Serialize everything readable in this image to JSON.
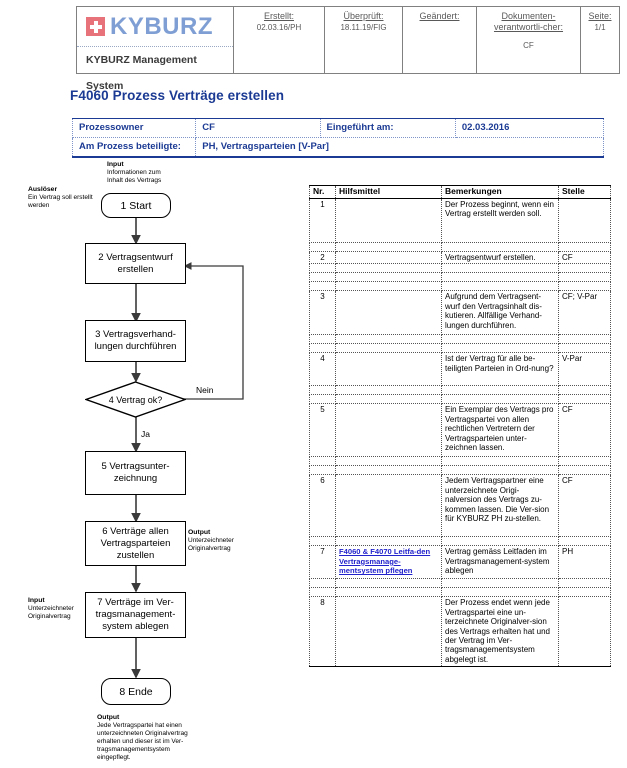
{
  "header": {
    "logo": {
      "brand": "KYBURZ",
      "cross_icon": "swiss-cross-icon",
      "subtitle": "KYBURZ Management System",
      "brand_color": "#7f9fd4",
      "cross_color": "#e8727a"
    },
    "cells": [
      {
        "label": "Erstellt:",
        "value": "02.03.16/PH"
      },
      {
        "label": "Überprüft:",
        "value": "18.11.19/FIG"
      },
      {
        "label": "Geändert:",
        "value": ""
      },
      {
        "label": "Dokumenten-verantwortli-cher:",
        "value": "CF"
      },
      {
        "label": "Seite:",
        "value": "1/1"
      }
    ]
  },
  "title": "F4060 Prozess Verträge erstellen",
  "accent_color": "#1b3a93",
  "meta": {
    "rows": [
      {
        "k1": "Prozessowner",
        "v1": "CF",
        "k2": "Eingeführt am:",
        "v2": "02.03.2016"
      },
      {
        "k1": "Am Prozess beteiligte:",
        "v1": "PH, Vertragsparteien [V-Par]",
        "k2": "",
        "v2": ""
      }
    ]
  },
  "flow": {
    "nodes": [
      {
        "id": "n1",
        "label": "1 Start"
      },
      {
        "id": "n2",
        "label": "2 Vertragsentwurf erstellen"
      },
      {
        "id": "n3",
        "label": "3 Vertragsverhand-lungen durchführen"
      },
      {
        "id": "n4",
        "label": "4 Vertrag ok?"
      },
      {
        "id": "n5",
        "label": "5 Vertragsunter-zeichnung"
      },
      {
        "id": "n6",
        "label": "6 Verträge allen Vertragsparteien zustellen"
      },
      {
        "id": "n7",
        "label": "7 Verträge im Ver-tragsmanagement-system ablegen"
      },
      {
        "id": "n8",
        "label": "8 Ende"
      }
    ],
    "edge_labels": {
      "nein": "Nein",
      "ja": "Ja"
    },
    "notes": [
      {
        "id": "trigger",
        "title": "Auslöser",
        "body": "Ein Vertrag soll erstellt werden"
      },
      {
        "id": "input-top",
        "title": "Input",
        "body": "Informationen zum Inhalt des Vertrags"
      },
      {
        "id": "output-6",
        "title": "Output",
        "body": "Unterzeichneter Originalvertrag"
      },
      {
        "id": "input-7",
        "title": "Input",
        "body": "Unterzeichneter Originalvertrag"
      },
      {
        "id": "output-end",
        "title": "Output",
        "body": "Jede Vertragspartei hat einen unterzeichneten Originalvertrag erhalten und dieser ist im Ver-tragsmanagementsystem eingepflegt."
      }
    ]
  },
  "steps_table": {
    "columns": [
      "Nr.",
      "Hilfsmittel",
      "Bemerkungen",
      "Stelle"
    ],
    "rows": [
      {
        "nr": "1",
        "hilfsmittel": "",
        "bemerkungen": "Der Prozess beginnt, wenn ein Vertrag erstellt werden soll.",
        "stelle": ""
      },
      {
        "nr": "2",
        "hilfsmittel": "",
        "bemerkungen": "Vertragsentwurf erstellen.",
        "stelle": "CF"
      },
      {
        "nr": "3",
        "hilfsmittel": "",
        "bemerkungen": "Aufgrund dem Vertragsent-wurf den Vertragsinhalt dis-kutieren. Allfällige Verhand-lungen durchführen.",
        "stelle": "CF; V-Par"
      },
      {
        "nr": "4",
        "hilfsmittel": "",
        "bemerkungen": "Ist der Vertrag für alle be-teiligten Parteien in Ord-nung?",
        "stelle": "V-Par"
      },
      {
        "nr": "5",
        "hilfsmittel": "",
        "bemerkungen": "Ein Exemplar des Vertrags pro Vertragspartei von allen rechtlichen Vertretern der Vertragsparteien unter-zeichnen lassen.",
        "stelle": "CF"
      },
      {
        "nr": "6",
        "hilfsmittel": "",
        "bemerkungen": "Jedem Vertragspartner eine unterzeichnete Origi-nalversion des Vertrags zu-kommen lassen. Die Ver-sion für KYBURZ PH zu-stellen.",
        "stelle": "CF"
      },
      {
        "nr": "7",
        "hilfsmittel": "F4060 & F4070 Leitfa-den Vertragsmanage-mentsystem pflegen",
        "hilfsmittel_is_link": true,
        "bemerkungen": "Vertrag gemäss Leitfaden im Vertragsmanagement-system ablegen",
        "stelle": "PH"
      },
      {
        "nr": "8",
        "hilfsmittel": "",
        "bemerkungen": "Der Prozess endet wenn jede Vertragspartei eine un-terzeichnete Originalver-sion des Vertrags erhalten hat und der Vertrag im Ver-tragsmanagementsystem abgelegt ist.",
        "stelle": ""
      }
    ]
  }
}
